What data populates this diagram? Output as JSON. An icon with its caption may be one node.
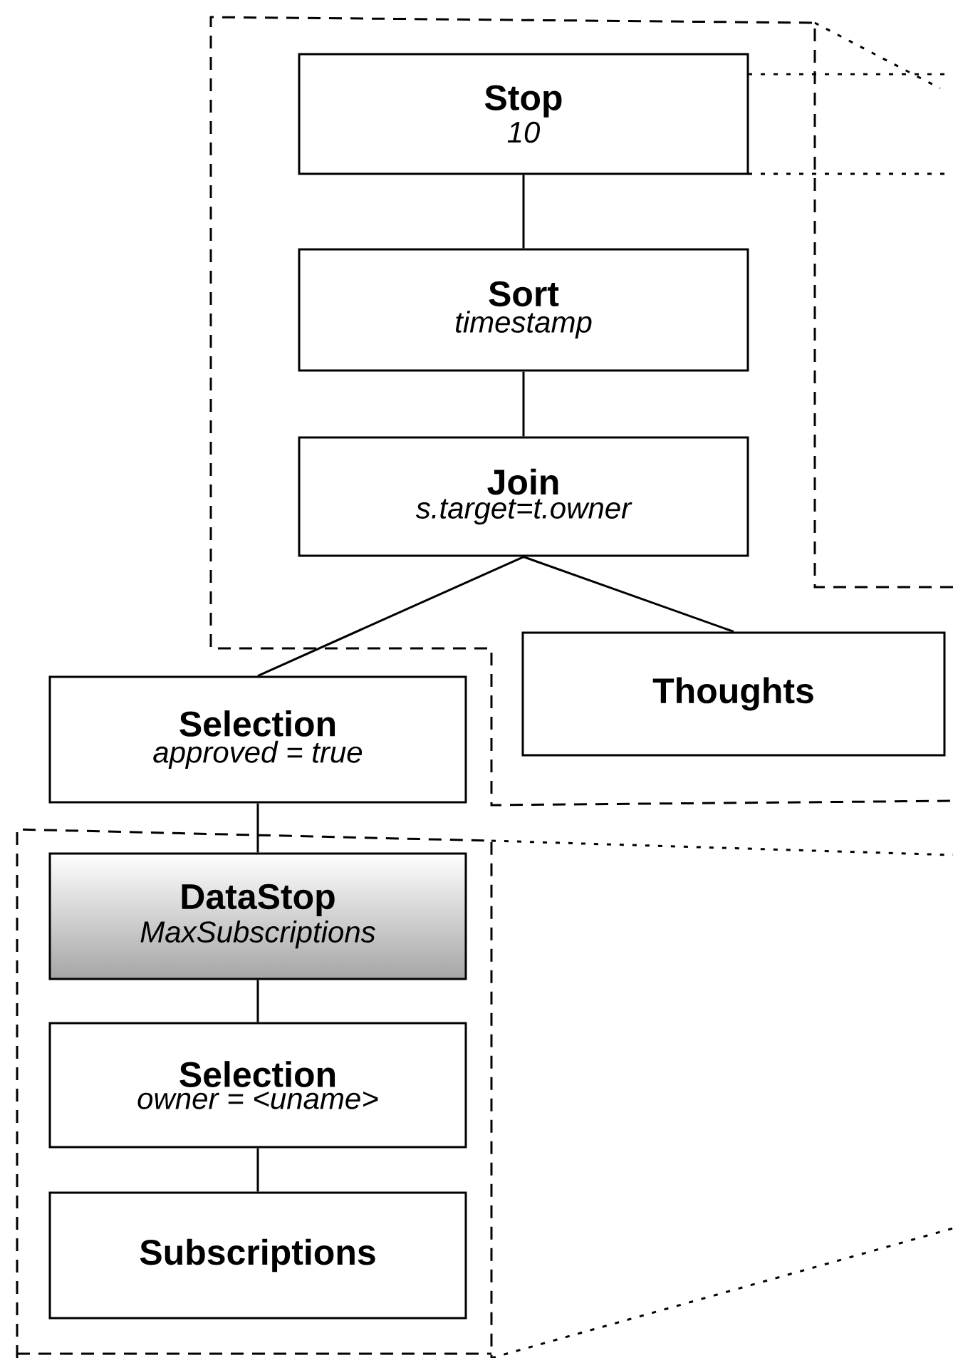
{
  "diagram": {
    "nodes": [
      {
        "text": [
          "Stop",
          "10"
        ]
      },
      {
        "text": [
          "Sort",
          "timestamp"
        ]
      },
      {
        "text": [
          "Join",
          "s.target=t.owner"
        ]
      },
      {
        "text": [
          "Selection",
          "approved = true"
        ]
      },
      {
        "text": [
          "Thoughts"
        ]
      },
      {
        "text": [
          "DataStop",
          "MaxSubscriptions"
        ]
      },
      {
        "text": [
          "Selection",
          "owner = <uname>"
        ]
      },
      {
        "text": [
          "Subscriptions"
        ]
      }
    ],
    "edges": [
      {
        "from": 0,
        "to": 1,
        "arrow": "none"
      },
      {
        "from": 1,
        "to": 2,
        "arrow": "none"
      },
      {
        "from": 2,
        "to": 3,
        "arrow": "none"
      },
      {
        "from": 2,
        "to": 4,
        "arrow": "none"
      },
      {
        "from": 3,
        "to": 5,
        "arrow": "none"
      },
      {
        "from": 5,
        "to": 6,
        "arrow": "none"
      },
      {
        "from": 6,
        "to": 7,
        "arrow": "none"
      }
    ]
  }
}
